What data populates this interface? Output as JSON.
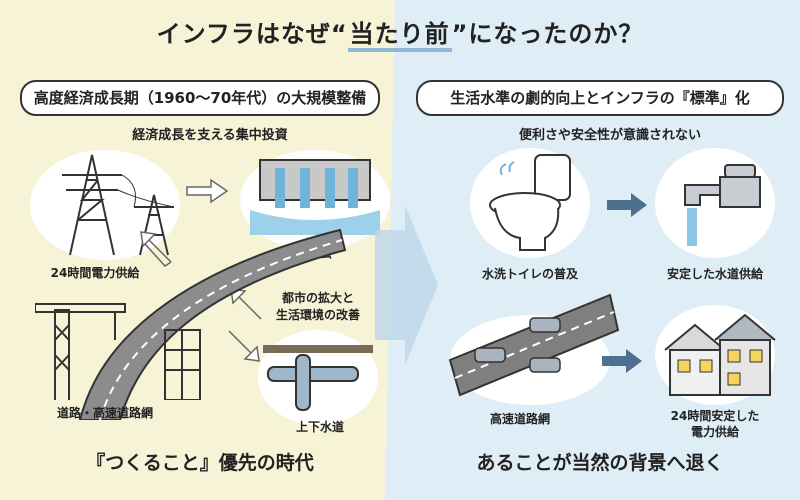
{
  "title": {
    "before": "インフラはなぜ“",
    "highlight": "当たり前",
    "after": "”になったのか？"
  },
  "left": {
    "header": "高度経済成長期（1960〜70年代）の大規模整備",
    "subtitle": "経済成長を支える集中投資",
    "labels": {
      "power": "24時間電力供給",
      "dam": "ダム",
      "city_line1": "都市の拡大と",
      "city_line2": "生活環境の改善",
      "road": "道路・高速道路網",
      "water": "上下水道"
    },
    "footer": "『つくること』優先の時代"
  },
  "right": {
    "header": "生活水準の劇的向上とインフラの『標準』化",
    "subtitle": "便利さや安全性が意識されない",
    "labels": {
      "toilet": "水洗トイレの普及",
      "tap": "安定した水道供給",
      "highway": "高速道路網",
      "power_line1": "24時間安定した",
      "power_line2": "電力供給"
    },
    "footer": "あることが当然の背景へ退く"
  },
  "colors": {
    "left_bg": "#f6f3d6",
    "right_bg": "#dfeef6",
    "arrow": "#4f6f8f",
    "title_highlight": "#8fb8d8"
  }
}
